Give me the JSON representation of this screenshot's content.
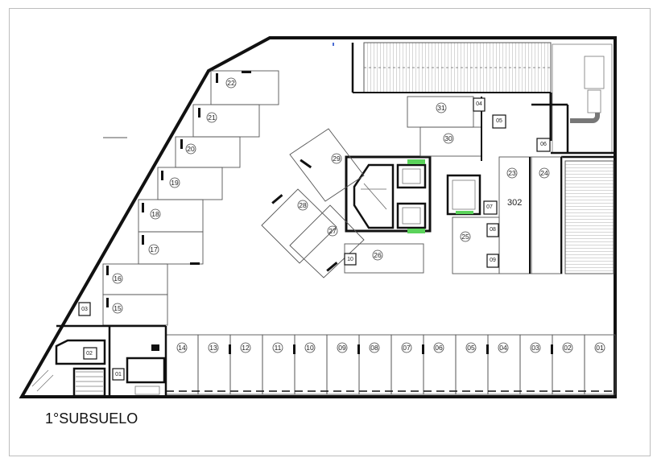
{
  "title": "1°SUBSUELO",
  "room_label": "302",
  "parking_bottom": [
    "01",
    "02",
    "03",
    "04",
    "05",
    "06",
    "07",
    "08",
    "09",
    "10",
    "11",
    "12",
    "13",
    "14"
  ],
  "parking_left": [
    "15",
    "16",
    "17",
    "18",
    "19",
    "20",
    "21",
    "22"
  ],
  "parking_center": [
    "23",
    "24",
    "25",
    "26",
    "27",
    "28",
    "29",
    "30",
    "31"
  ],
  "storage": [
    "01",
    "02",
    "03",
    "04",
    "05",
    "06",
    "07",
    "08",
    "09",
    "10"
  ]
}
